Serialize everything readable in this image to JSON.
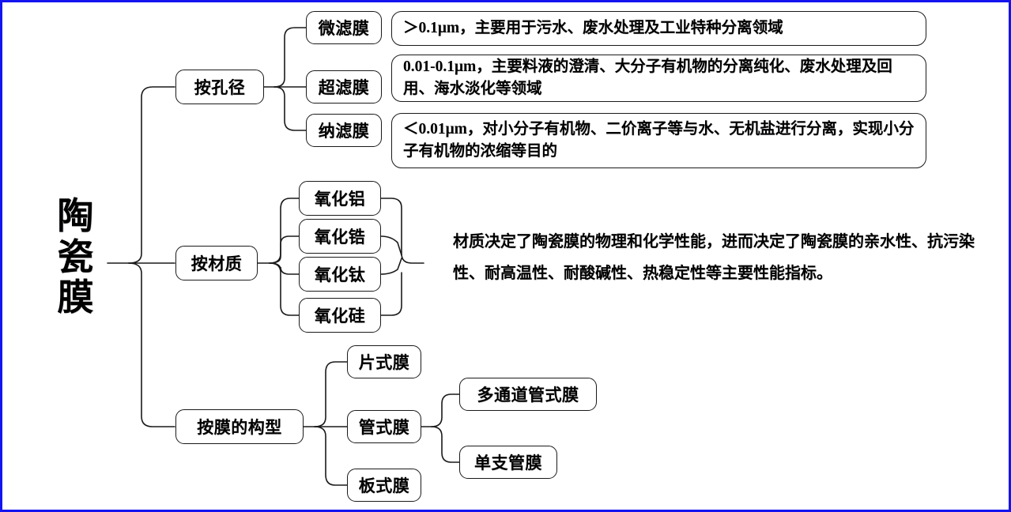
{
  "diagram": {
    "title": "陶瓷膜",
    "frame_color": "#1414ef",
    "root": {
      "label": "陶瓷膜"
    },
    "branches": [
      {
        "id": "by-pore-size",
        "label": "按孔径",
        "children": [
          {
            "id": "microfiltration",
            "label": "微滤膜",
            "description": "＞0.1μm，主要用于污水、废水处理及工业特种分离领域"
          },
          {
            "id": "ultrafiltration",
            "label": "超滤膜",
            "description": "0.01-0.1μm，主要料液的澄清、大分子有机物的分离纯化、废水处理及回用、海水淡化等领域"
          },
          {
            "id": "nanofiltration",
            "label": "纳滤膜",
            "description": "＜0.01μm，对小分子有机物、二价离子等与水、无机盐进行分离，实现小分子有机物的浓缩等目的"
          }
        ]
      },
      {
        "id": "by-material",
        "label": "按材质",
        "children": [
          {
            "id": "alumina",
            "label": "氧化铝"
          },
          {
            "id": "zirconia",
            "label": "氧化锆"
          },
          {
            "id": "titania",
            "label": "氧化钛"
          },
          {
            "id": "silica",
            "label": "氧化硅"
          }
        ],
        "note": "材质决定了陶瓷膜的物理和化学性能，进而决定了陶瓷膜的亲水性、抗污染性、耐高温性、耐酸碱性、热稳定性等主要性能指标。"
      },
      {
        "id": "by-configuration",
        "label": "按膜的构型",
        "children": [
          {
            "id": "sheet-membrane",
            "label": "片式膜"
          },
          {
            "id": "tubular-membrane",
            "label": "管式膜",
            "children": [
              {
                "id": "multichannel-tubular",
                "label": "多通道管式膜"
              },
              {
                "id": "single-tube",
                "label": "单支管膜"
              }
            ]
          },
          {
            "id": "plate-membrane",
            "label": "板式膜"
          }
        ]
      }
    ]
  }
}
